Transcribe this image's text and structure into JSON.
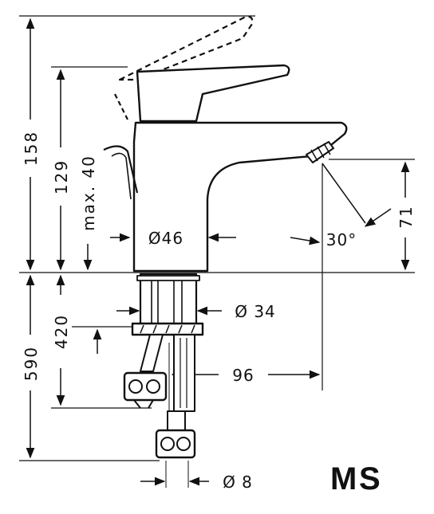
{
  "drawing": {
    "dimensions": {
      "total_height": "158",
      "spout_height": "129",
      "max_clearance": "max. 40",
      "outlet_height": "71",
      "body_diameter": "Ø46",
      "outlet_angle": "30°",
      "shank_diameter": "Ø 34",
      "hose_length_total": "590",
      "hose_length_short": "420",
      "projection": "96",
      "pipe_diameter": "Ø 8"
    }
  },
  "logo": {
    "letter_m": "M",
    "letter_s": "S",
    "colors": {
      "m": "#7dc242",
      "s": "#1a3f8f"
    }
  }
}
